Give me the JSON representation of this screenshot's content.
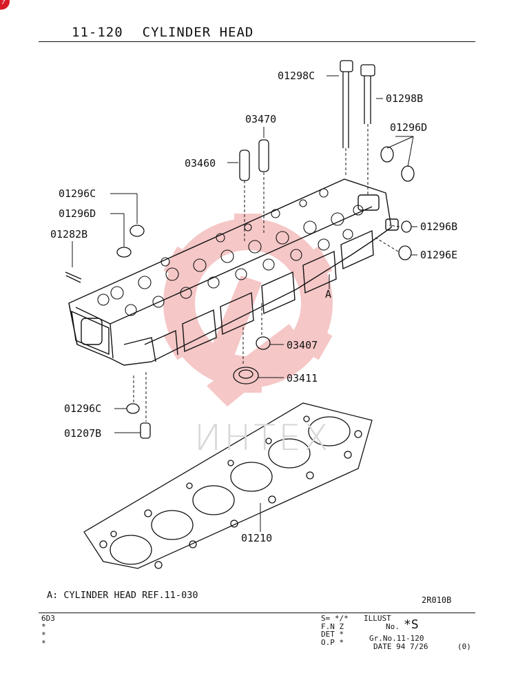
{
  "header": {
    "section_number": "11-120",
    "section_title": "CYLINDER HEAD"
  },
  "parts": [
    {
      "id": "p1",
      "label": "01298C"
    },
    {
      "id": "p2",
      "label": "01298B"
    },
    {
      "id": "p3",
      "label": "03470"
    },
    {
      "id": "p4",
      "label": "01296D"
    },
    {
      "id": "p5",
      "label": "03460"
    },
    {
      "id": "p6",
      "label": "01296C"
    },
    {
      "id": "p7",
      "label": "01296D"
    },
    {
      "id": "p8",
      "label": "01282B"
    },
    {
      "id": "p9",
      "label": "01296B"
    },
    {
      "id": "p10",
      "label": "01296E"
    },
    {
      "id": "p11",
      "label": "A"
    },
    {
      "id": "p12",
      "label": "03407"
    },
    {
      "id": "p13",
      "label": "03411"
    },
    {
      "id": "p14",
      "label": "01296C"
    },
    {
      "id": "p15",
      "label": "01207B"
    },
    {
      "id": "p16",
      "label": "01210"
    }
  ],
  "note": "A: CYLINDER HEAD REF.11-030",
  "drawing_code": "2R010B",
  "watermark": "ИНТЕХ",
  "footer": {
    "model": "6D3",
    "stars": [
      "*",
      "*",
      "*"
    ],
    "s_line": "S= */*",
    "fnz": "F.N Z",
    "det": "DET *",
    "op": "O.P *",
    "illust": "ILLUST",
    "no_label": "No.",
    "no_value": "*S",
    "gr_no": "Gr.No.11-120",
    "date": "DATE 94 7/26",
    "rev": "(0)"
  },
  "colors": {
    "ink": "#111111",
    "watermark": "#f2b5b5",
    "badge": "#d81b24"
  }
}
